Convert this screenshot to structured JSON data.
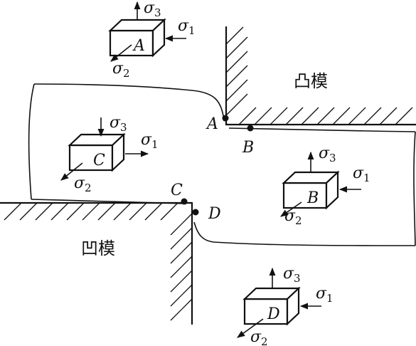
{
  "labels": {
    "punch": "凸模",
    "die": "凹模",
    "point_a": "A",
    "point_b": "B",
    "point_c": "C",
    "point_d": "D"
  },
  "stress": {
    "symbol": "σ",
    "s1": "1",
    "s2": "2",
    "s3": "3"
  },
  "elements": [
    {
      "id": "A",
      "label": "A"
    },
    {
      "id": "B",
      "label": "B"
    },
    {
      "id": "C",
      "label": "C"
    },
    {
      "id": "D",
      "label": "D"
    }
  ]
}
